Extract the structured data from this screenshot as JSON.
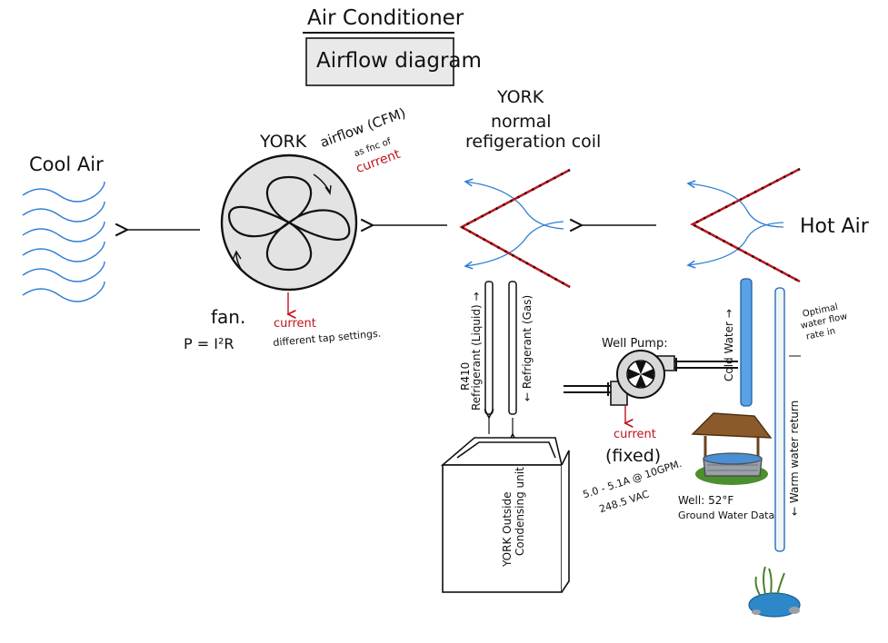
{
  "title": "Air Conditioner",
  "subtitle": "Airflow diagram",
  "cool_air": "Cool Air",
  "hot_air": "Hot Air",
  "fan": {
    "brand": "YORK",
    "airflow_line1": "airflow (CFM)",
    "airflow_line2": "as fnc of",
    "airflow_line3": "current",
    "current": "current",
    "tap": "different tap settings.",
    "label": "fan.",
    "formula": "P = I²R"
  },
  "coil": {
    "brand": "YORK",
    "line1": "normal",
    "line2": "refigeration coil"
  },
  "refrigerant": {
    "r410": "R410",
    "liquid": "Refrigerant (Liquid) →",
    "gas": "← Refrigerant (Gas)"
  },
  "condenser": {
    "line1": "YORK Outside",
    "line2": "Condensing unit"
  },
  "pump": {
    "label": "Well Pump:",
    "current": "current",
    "fixed": "(fixed)",
    "spec1": "5.0 - 5.1A @ 10GPM.",
    "spec2": "248.5 VAC"
  },
  "water": {
    "cold": "Cold Water →",
    "warm": "← Warm water return",
    "optimal1": "Optimal",
    "optimal2": "water flow",
    "optimal3": "rate in"
  },
  "well": {
    "line1": "Well:  52°F",
    "line2": "Ground Water Data"
  },
  "colors": {
    "blue": "#2f7fd6",
    "red": "#c0141b",
    "ink": "#111111"
  }
}
